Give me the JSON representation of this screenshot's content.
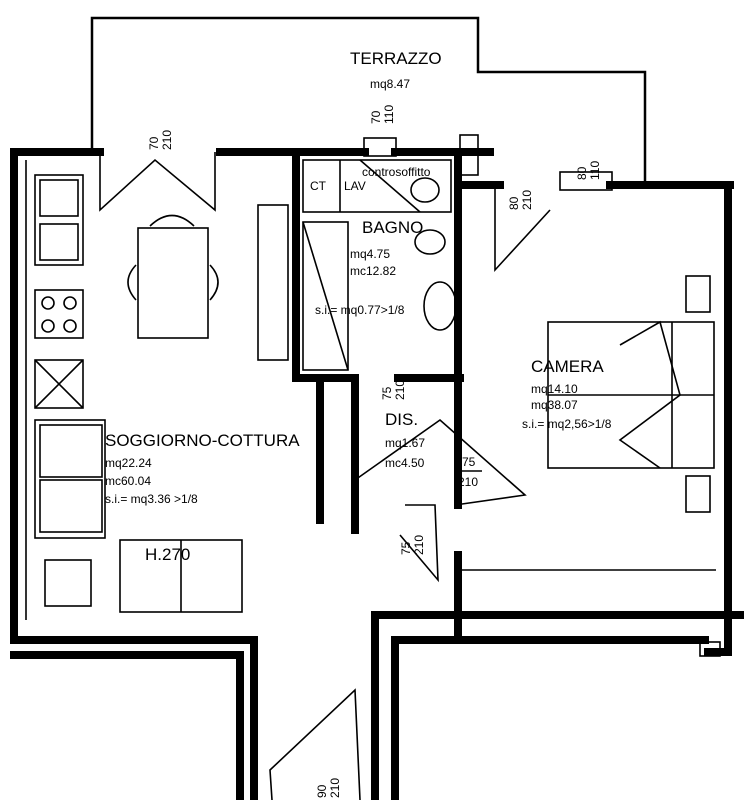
{
  "rooms": {
    "terrazzo": {
      "name": "TERRAZZO",
      "area": "mq8.47"
    },
    "bagno": {
      "name": "BAGNO",
      "area": "mq4.75",
      "volume": "mc12.82",
      "window_ratio": "s.i.= mq0.77>1/8"
    },
    "camera": {
      "name": "CAMERA",
      "area": "mq14.10",
      "volume": "mq38.07",
      "window_ratio": "s.i.= mq2,56>1/8"
    },
    "dis": {
      "name": "DIS.",
      "area": "mq1.67",
      "volume": "mc4.50"
    },
    "soggiorno": {
      "name": "SOGGIORNO-COTTURA",
      "area": "mq22.24",
      "volume": "mc60.04",
      "window_ratio": "s.i.= mq3.36 >1/8",
      "height": "H.270"
    }
  },
  "fixtures": {
    "ct": "CT",
    "lav": "LAV",
    "controsoffitto": "controsoffitto"
  },
  "openings": {
    "window_terrace_left": {
      "w": "70",
      "h": "210"
    },
    "window_bagno": {
      "w": "70",
      "h": "110"
    },
    "window_camera_small": {
      "w": "80",
      "h": "210"
    },
    "window_camera": {
      "w": "80",
      "h": "110"
    },
    "door_dis": {
      "w": "75",
      "h": "210"
    },
    "door_camera": {
      "w": "75",
      "h": "210"
    },
    "door_soggiorno": {
      "w": "75",
      "h": "210"
    },
    "door_entrance": {
      "w": "90",
      "h": "210"
    }
  }
}
